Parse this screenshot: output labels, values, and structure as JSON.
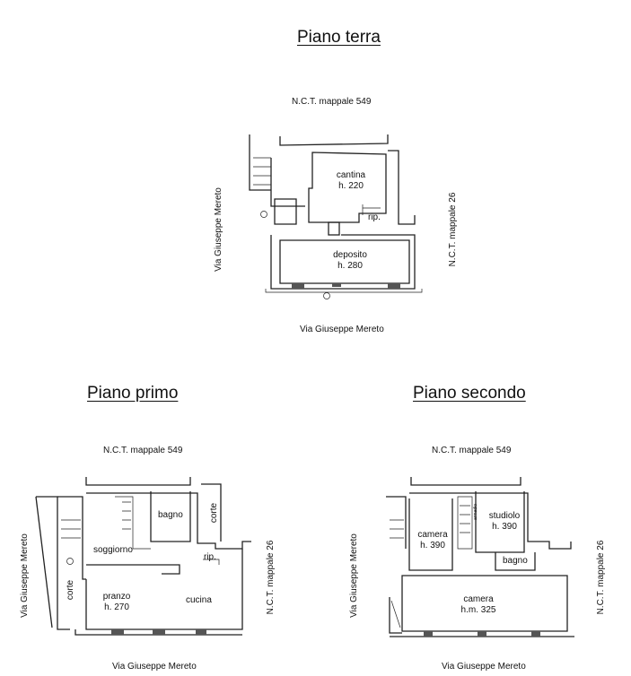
{
  "plans": {
    "terra": {
      "title": "Piano terra",
      "north": "N.C.T. mappale 549",
      "south": "Via Giuseppe Mereto",
      "west": "Via Giuseppe Mereto",
      "east": "N.C.T. mappale 26",
      "rooms": {
        "cantina": {
          "name": "cantina",
          "height": "h. 220"
        },
        "rip": {
          "name": "rip."
        },
        "deposito": {
          "name": "deposito",
          "height": "h. 280"
        }
      }
    },
    "primo": {
      "title": "Piano primo",
      "north": "N.C.T. mappale 549",
      "south": "Via Giuseppe Mereto",
      "west": "Via Giuseppe Mereto",
      "east": "N.C.T. mappale 26",
      "rooms": {
        "bagno": {
          "name": "bagno"
        },
        "corte_a": {
          "name": "corte"
        },
        "soggiorno": {
          "name": "soggiorno"
        },
        "rip": {
          "name": "rip."
        },
        "corte_b": {
          "name": "corte"
        },
        "pranzo": {
          "name": "pranzo",
          "height": "h. 270"
        },
        "cucina": {
          "name": "cucina"
        }
      }
    },
    "secondo": {
      "title": "Piano secondo",
      "north": "N.C.T. mappale 549",
      "south": "Via Giuseppe Mereto",
      "west": "Via Giuseppe Mereto",
      "east": "N.C.T. mappale 26",
      "rooms": {
        "camera_a": {
          "name": "camera",
          "height": "h. 390"
        },
        "studiolo": {
          "name": "studiolo",
          "height": "h. 390"
        },
        "armadio": {
          "name": "armadio"
        },
        "bagno": {
          "name": "bagno"
        },
        "camera_b": {
          "name": "camera",
          "height": "h.m. 325"
        }
      }
    }
  }
}
